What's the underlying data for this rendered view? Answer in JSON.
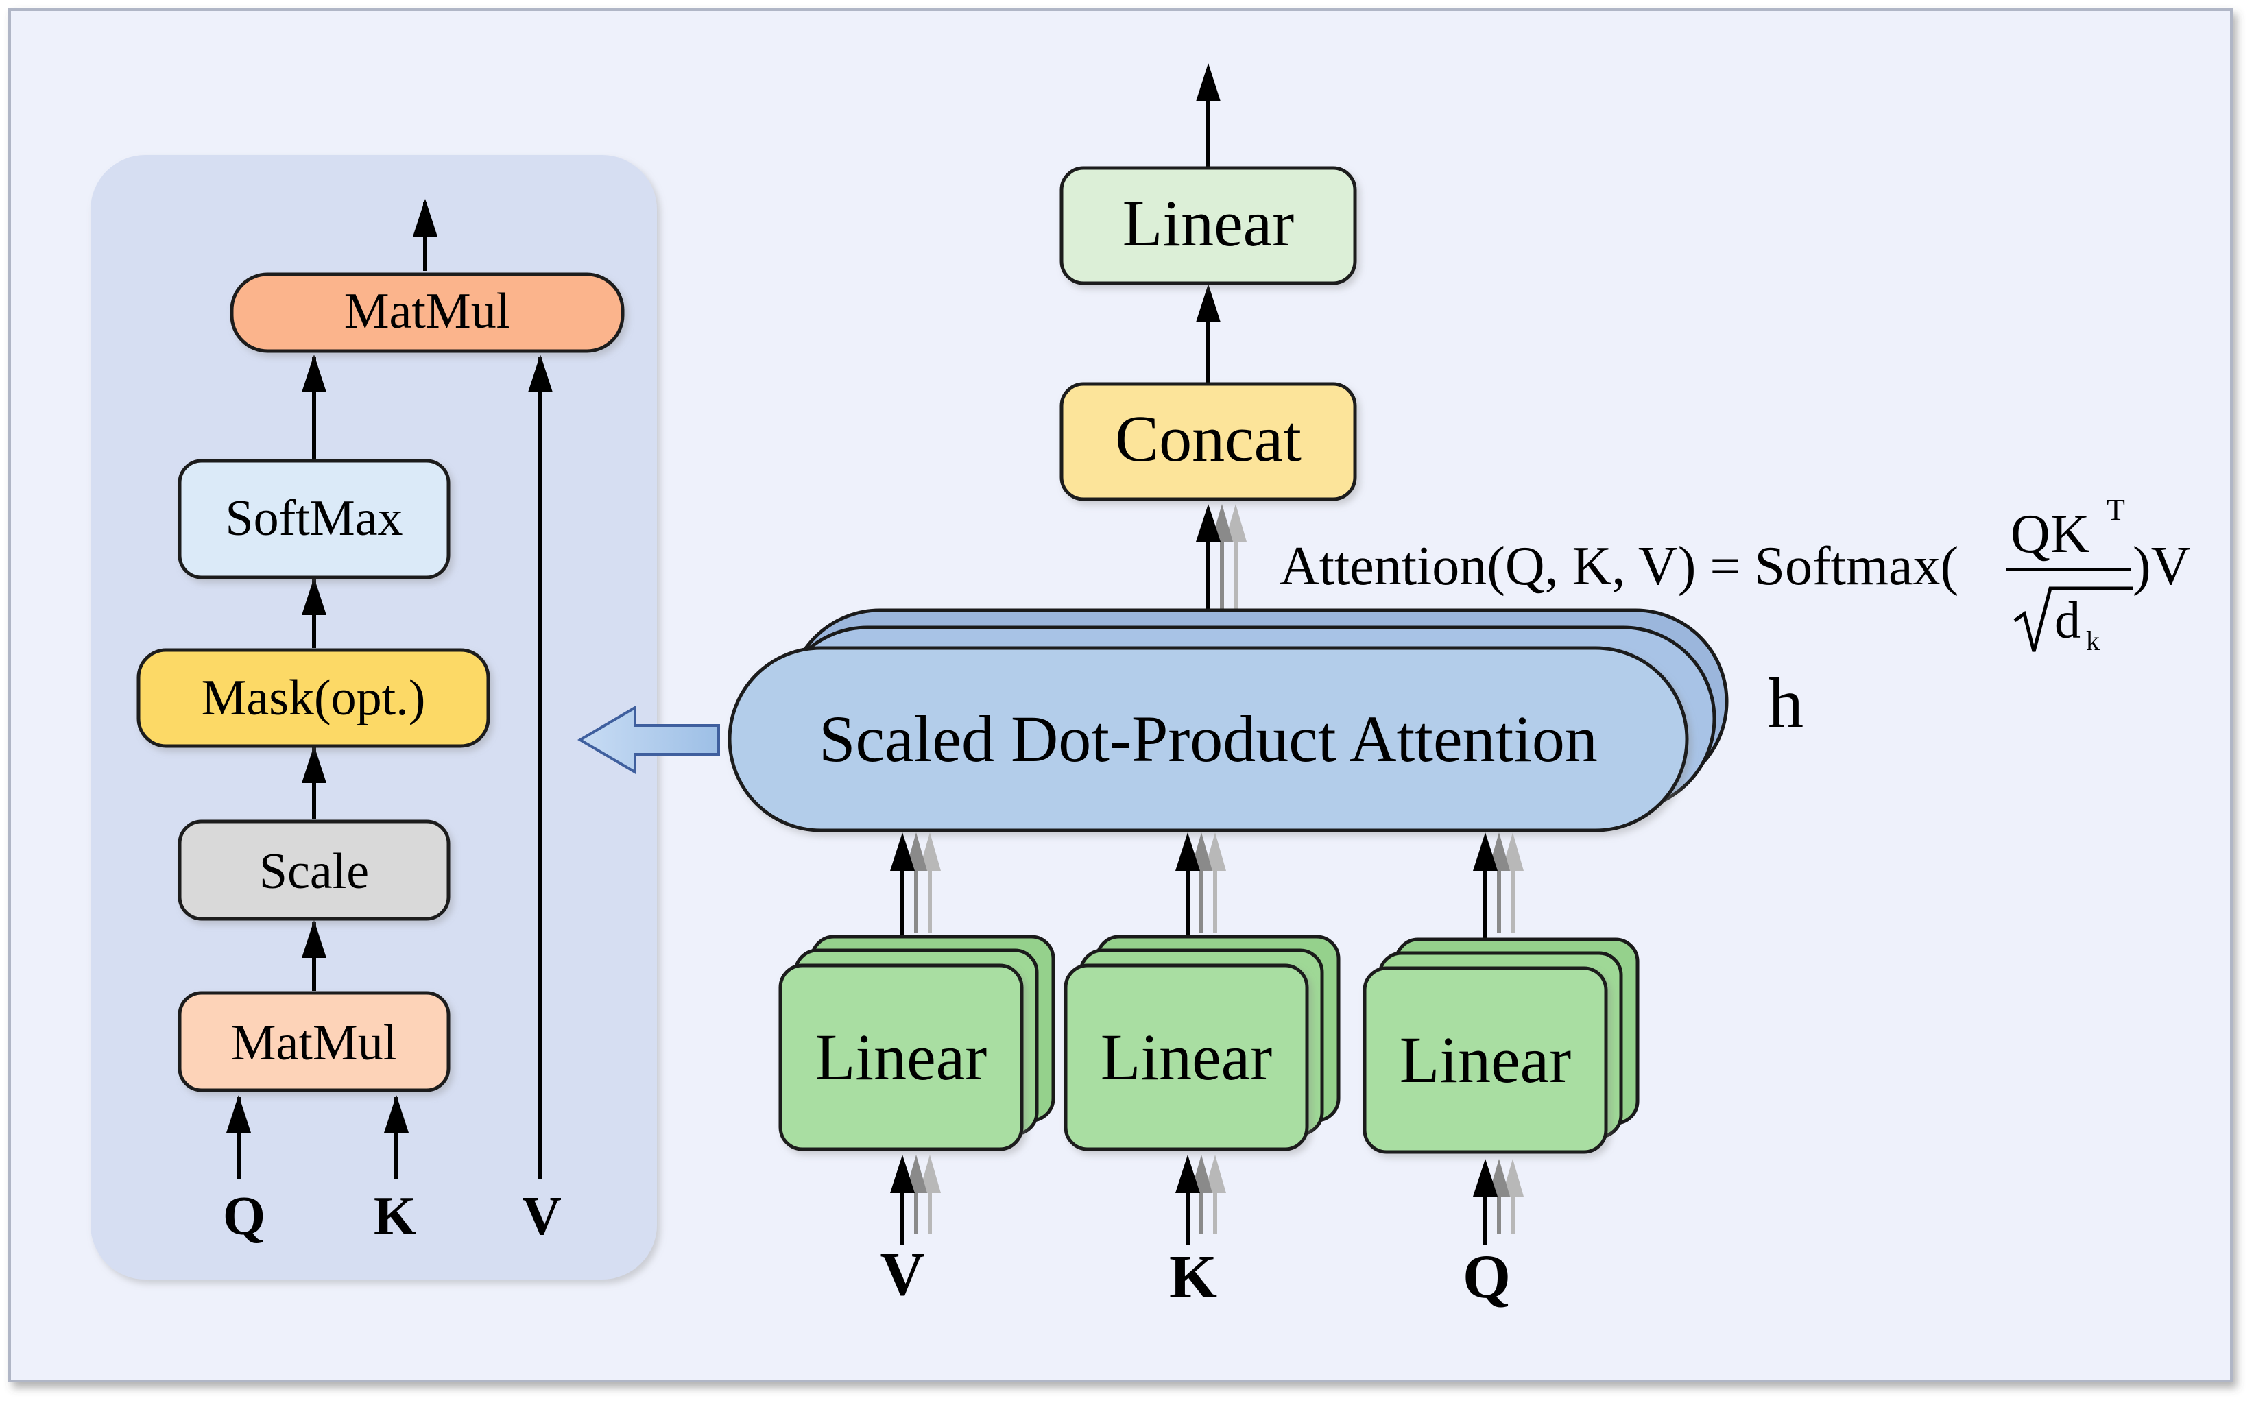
{
  "left_panel": {
    "matmul_top": "MatMul",
    "softmax": "SoftMax",
    "mask": "Mask(opt.)",
    "scale": "Scale",
    "matmul_bottom": "MatMul",
    "input_q": "Q",
    "input_k": "K",
    "input_v": "V"
  },
  "right_panel": {
    "linear_out": "Linear",
    "concat": "Concat",
    "attention_block": "Scaled Dot-Product Attention",
    "heads": "h",
    "linear_v": "Linear",
    "linear_k": "Linear",
    "linear_q": "Linear",
    "input_v": "V",
    "input_k": "K",
    "input_q": "Q"
  },
  "formula": {
    "lhs": "Attention(Q, K, V) = Softmax(",
    "numerator": "QK",
    "superscript": "T",
    "rhs": ")V",
    "denominator_var": "d",
    "denominator_sub": "k"
  },
  "colors": {
    "background": "#eef1fb",
    "left_panel": "#d6def2",
    "matmul": "#fbb48c",
    "matmul_light": "#fdd3b8",
    "softmax": "#dbeaf8",
    "mask": "#fcd966",
    "scale": "#d9d9d9",
    "linear_green": "#a9dea2",
    "linear_light": "#dcefd7",
    "concat": "#fce49a",
    "attention": "#b3cdea"
  }
}
